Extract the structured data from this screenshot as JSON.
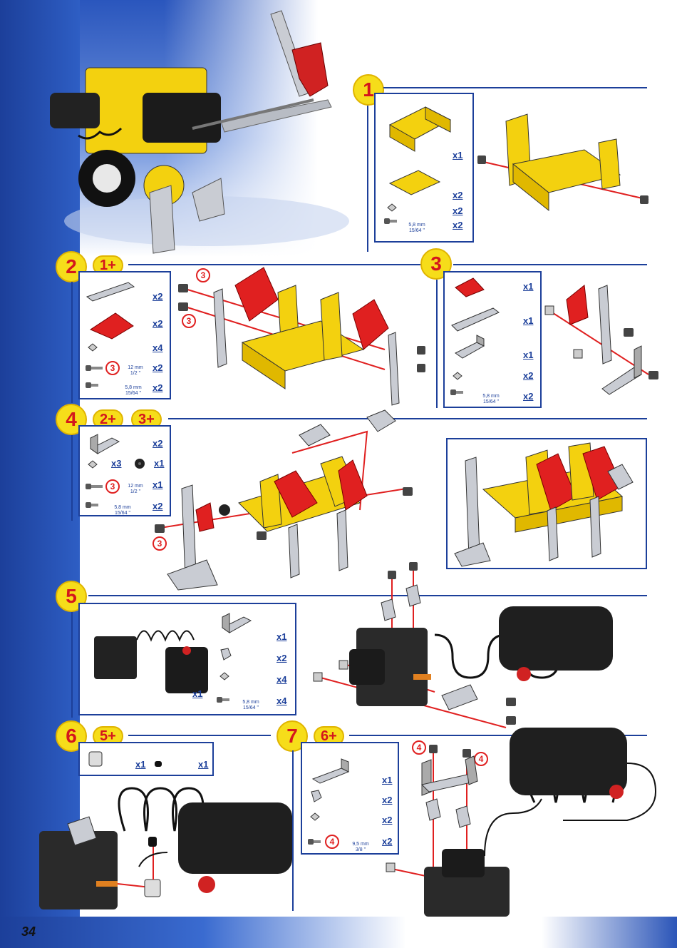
{
  "page": {
    "number": "34"
  },
  "steps": [
    {
      "id": "1",
      "label": "1",
      "prereqs": [],
      "parts": [
        {
          "name": "flanged-plate",
          "qty": "x1"
        },
        {
          "name": "flat-plate",
          "qty": "x2"
        },
        {
          "name": "nut",
          "qty": "x2"
        },
        {
          "name": "screw",
          "qty": "x2",
          "spec_mm": "5,8 mm",
          "spec_in": "15/64 \""
        }
      ]
    },
    {
      "id": "2",
      "label": "2",
      "prereqs": [
        "1+"
      ],
      "parts": [
        {
          "name": "strip",
          "qty": "x2"
        },
        {
          "name": "triangular-plate",
          "qty": "x2"
        },
        {
          "name": "nut",
          "qty": "x4"
        },
        {
          "name": "long-screw",
          "qty": "x2",
          "marker": "3",
          "spec_mm": "12 mm",
          "spec_in": "1/2 \""
        },
        {
          "name": "screw",
          "qty": "x2",
          "spec_mm": "5,8 mm",
          "spec_in": "15/64 \""
        }
      ],
      "callouts": [
        "3",
        "3"
      ]
    },
    {
      "id": "3",
      "label": "3",
      "prereqs": [],
      "parts": [
        {
          "name": "red-plate",
          "qty": "x1"
        },
        {
          "name": "strip",
          "qty": "x1"
        },
        {
          "name": "angle-bracket",
          "qty": "x1"
        },
        {
          "name": "nut",
          "qty": "x2"
        },
        {
          "name": "screw",
          "qty": "x2",
          "spec_mm": "5,8 mm",
          "spec_in": "15/64 \""
        }
      ]
    },
    {
      "id": "4",
      "label": "4",
      "prereqs": [
        "2+",
        "3+"
      ],
      "parts": [
        {
          "name": "angle-bracket",
          "qty": "x2"
        },
        {
          "name": "nut",
          "qty": "x3"
        },
        {
          "name": "collar",
          "qty": "x1"
        },
        {
          "name": "long-screw",
          "qty": "x1",
          "marker": "3",
          "spec_mm": "12 mm",
          "spec_in": "1/2 \""
        },
        {
          "name": "screw",
          "qty": "x2",
          "spec_mm": "5,8 mm",
          "spec_in": "15/64 \""
        }
      ],
      "callouts": [
        "3"
      ]
    },
    {
      "id": "5",
      "label": "5",
      "prereqs": [],
      "parts": [
        {
          "name": "motor-battery",
          "qty": "x1"
        },
        {
          "name": "angle-bracket",
          "qty": "x1"
        },
        {
          "name": "small-bracket",
          "qty": "x2"
        },
        {
          "name": "nut",
          "qty": "x4"
        },
        {
          "name": "screw",
          "qty": "x4",
          "spec_mm": "5,8 mm",
          "spec_in": "15/64 \""
        }
      ]
    },
    {
      "id": "6",
      "label": "6",
      "prereqs": [
        "5+"
      ],
      "parts": [
        {
          "name": "pinion",
          "qty": "x1"
        },
        {
          "name": "grub-screw",
          "qty": "x1"
        }
      ]
    },
    {
      "id": "7",
      "label": "7",
      "prereqs": [
        "6+"
      ],
      "parts": [
        {
          "name": "angle-bracket",
          "qty": "x1"
        },
        {
          "name": "small-bracket",
          "qty": "x2"
        },
        {
          "name": "nut",
          "qty": "x2"
        },
        {
          "name": "screw",
          "qty": "x2",
          "marker": "4",
          "spec_mm": "9,5 mm",
          "spec_in": "3/8 \""
        }
      ],
      "callouts": [
        "4",
        "4"
      ]
    }
  ]
}
